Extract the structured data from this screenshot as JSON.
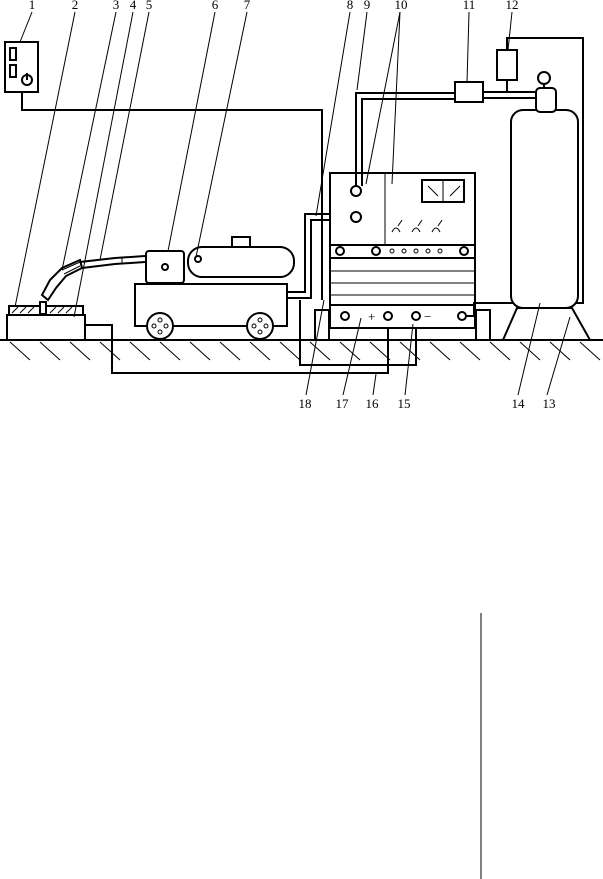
{
  "labels": {
    "l1": "1",
    "l2": "2",
    "l3": "3",
    "l4": "4",
    "l5": "5",
    "l6": "6",
    "l7": "7",
    "l8": "8",
    "l9": "9",
    "l10": "10",
    "l11": "11",
    "l12": "12",
    "l13": "13",
    "l14": "14",
    "l15": "15",
    "l16": "16",
    "l17": "17",
    "l18": "18"
  },
  "terminals": {
    "positive": "+",
    "negative": "−"
  }
}
